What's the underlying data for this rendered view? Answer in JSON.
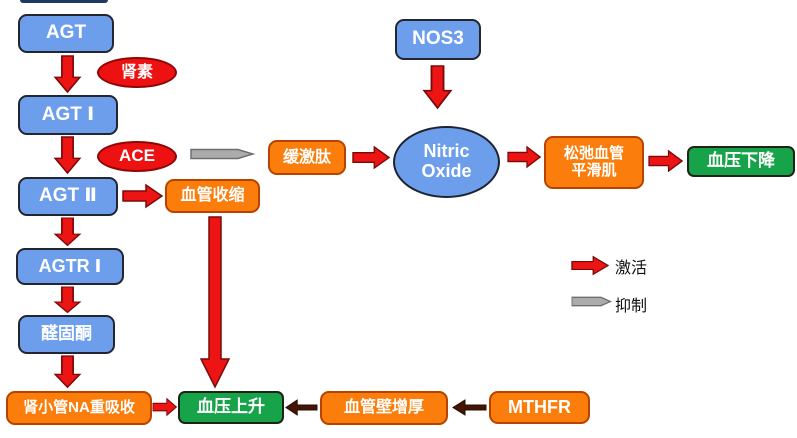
{
  "nodes": {
    "agt": "AGT",
    "renin": "肾素",
    "agt1": "AGT Ⅰ",
    "ace": "ACE",
    "agt2": "AGT Ⅱ",
    "agtr1": "AGTR Ⅰ",
    "aldosterone": "醛固酮",
    "renal_na_reabsorption": "肾小管NA重吸收",
    "bp_rise": "血压上升",
    "vessel_wall_thickening": "血管壁增厚",
    "mthfr": "MTHFR",
    "vasoconstriction": "血管收缩",
    "bradykinin": "缓激肽",
    "nos3": "NOS3",
    "nitric_oxide_line1": "Nitric",
    "nitric_oxide_line2": "Oxide",
    "relax_vessel_line1": "松弛血管",
    "relax_vessel_line2": "平滑肌",
    "bp_fall": "血压下降"
  },
  "legend": {
    "activate_label": "激活",
    "inhibit_label": "抑制"
  },
  "colors": {
    "node_blue": "#6D9EEB",
    "node_orange": "#FB7D0B",
    "node_green": "#17A34A",
    "ellipse_red": "#EE1111",
    "arrow_activate_red": "#ED1414",
    "arrow_inhibit_gray": "#ABABAB",
    "arrow_dark_maroon": "#431505"
  }
}
